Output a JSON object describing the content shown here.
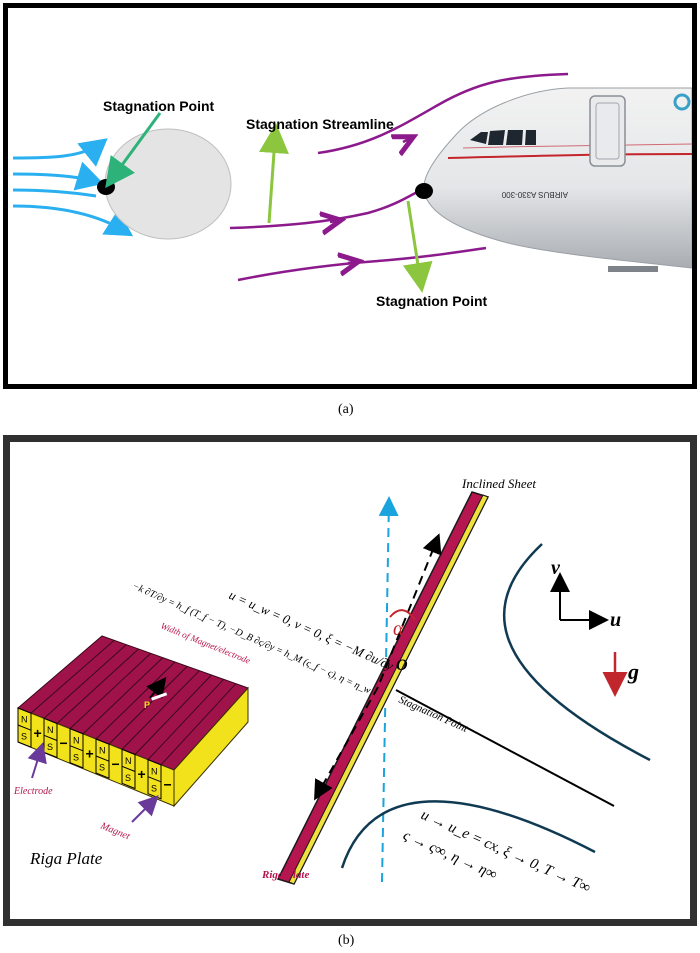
{
  "panel_a": {
    "caption": "(a)",
    "labels": {
      "stagnation_point_left": "Stagnation Point",
      "stagnation_streamline": "Stagnation Streamline",
      "stagnation_point_right": "Stagnation Point",
      "plane_text": "AIRBUS A330-300"
    },
    "colors": {
      "flow": "#2ab0f0",
      "streamline": "#8c1a8c",
      "arrow_green": "#8cc63f",
      "arrow_teal": "#2db37a"
    }
  },
  "panel_b": {
    "caption": "(b)",
    "labels": {
      "inclined_sheet": "Inclined Sheet",
      "v_axis": "v",
      "u_axis": "u",
      "gravity": "g",
      "alpha": "α",
      "origin": "O",
      "stagnation_point": "Stagnation Point",
      "riga_plate_tag": "Riga Plate",
      "riga_plate_title": "Riga Plate",
      "width_label": "Width of Magnet/electrode",
      "p_label": "P",
      "electrode": "Electrode",
      "magnet": "Magnet",
      "bc_wall_1": "u = u_w = 0, v = 0, ξ = −M ∂u/∂y",
      "bc_wall_2": "−k ∂T/∂y = h_f (T_f − T), −D_B ∂ς/∂y = h_M (ς_f − ς), η = η_w",
      "bc_far_1": "u → u_e = cx, ξ → 0, T → T∞",
      "bc_far_2": "ς → ς∞, η → η∞"
    },
    "magnet_poles": [
      "N",
      "S",
      "N",
      "S",
      "N",
      "S",
      "N",
      "S",
      "N",
      "S",
      "N",
      "S"
    ],
    "electrode_signs": [
      "+",
      "−",
      "+",
      "−",
      "+",
      "−"
    ],
    "colors": {
      "plate": "#b5164f",
      "plate_stripe": "#f0e23c",
      "magnet_top": "#a0124a",
      "magnet_side": "#f2e21c",
      "blue_dash": "#1aa3dc",
      "curves": "#0f3a52",
      "gravity_arrow": "#c0262c"
    }
  }
}
